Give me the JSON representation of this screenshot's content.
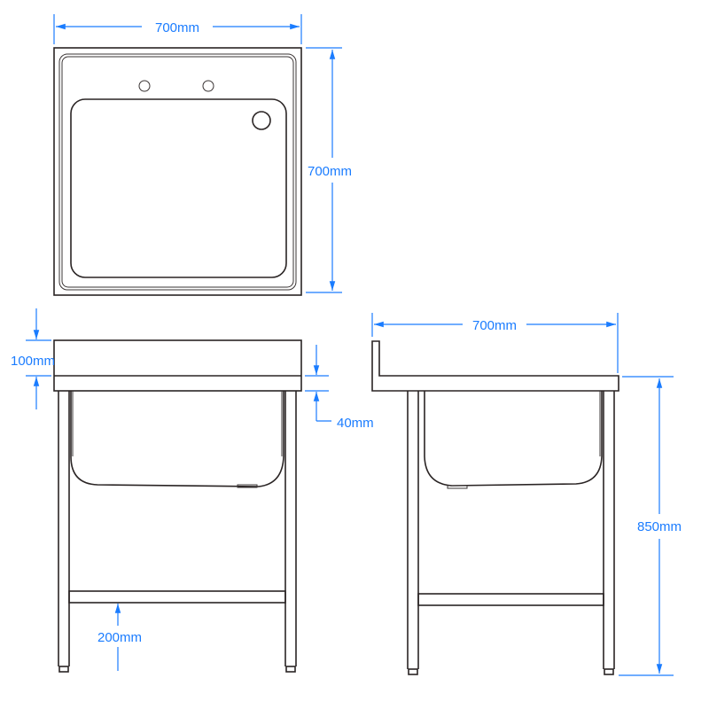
{
  "drawing": {
    "line_color": "#2a2424",
    "dimension_color": "#1a7cff",
    "top_view": {
      "width_label": "700mm",
      "depth_label": "700mm"
    },
    "front_view": {
      "splashback_label": "100mm",
      "benchtop_thickness_label": "40mm",
      "undershelf_height_label": "200mm"
    },
    "side_view": {
      "width_label": "700mm",
      "height_label": "850mm"
    }
  }
}
